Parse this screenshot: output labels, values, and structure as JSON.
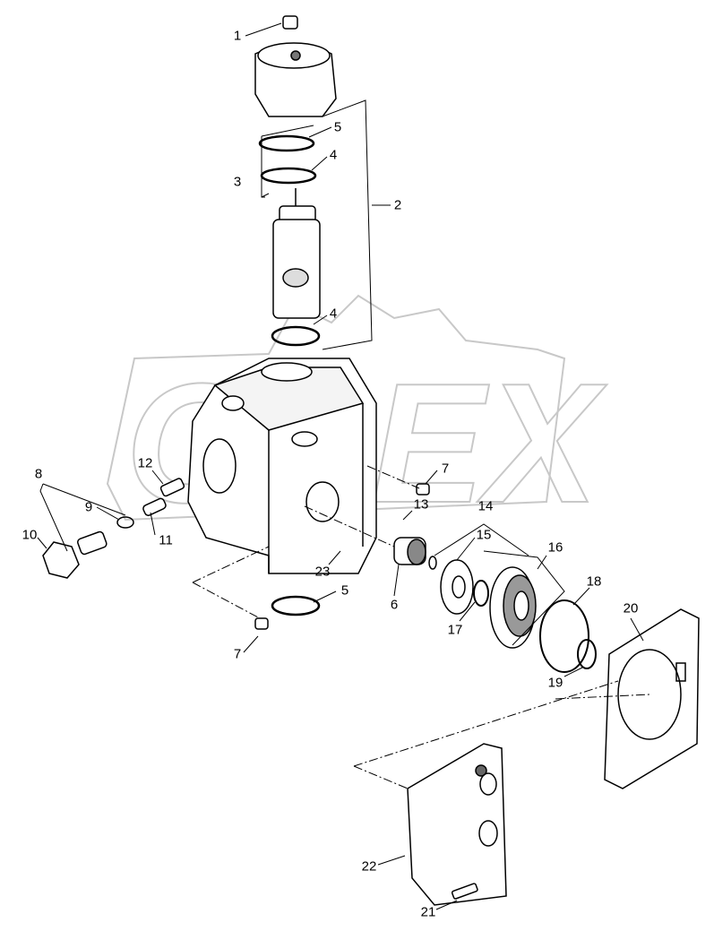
{
  "watermark": "OPEX",
  "colors": {
    "line": "#000000",
    "watermark": "#c8c8c8",
    "part_fill": "#ffffff",
    "shade": "#9a9a9a"
  },
  "callouts": [
    "1",
    "5",
    "4",
    "3",
    "2",
    "4",
    "8",
    "12",
    "7",
    "9",
    "11",
    "10",
    "13",
    "14",
    "15",
    "16",
    "23",
    "5",
    "6",
    "18",
    "17",
    "20",
    "19",
    "7",
    "22",
    "21"
  ]
}
